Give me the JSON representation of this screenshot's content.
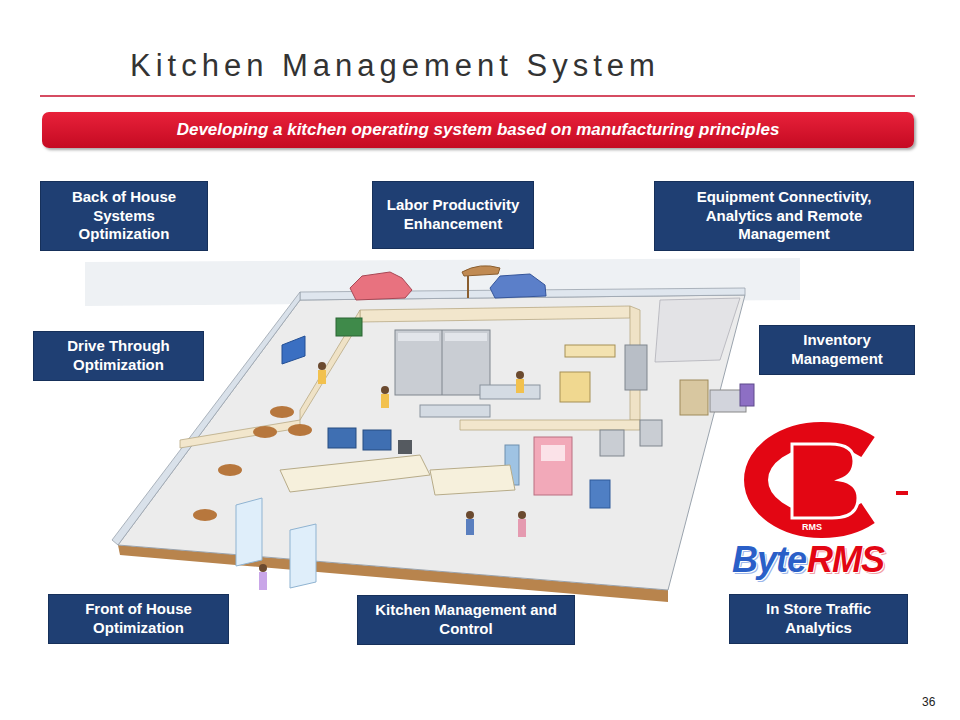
{
  "diagram": {
    "title": "Kitchen Management System",
    "nodes": [
      {
        "text": [
          "Developing a kitchen operating system based on manufacturing principles"
        ]
      },
      {
        "text": [
          "Back of House Systems Optimization"
        ]
      },
      {
        "text": [
          "Labor Productivity Enhancement"
        ]
      },
      {
        "text": [
          "Equipment Connectivity, Analytics and Remote Management"
        ]
      },
      {
        "text": [
          "Drive Through Optimization"
        ]
      },
      {
        "text": [
          "Inventory Management"
        ]
      },
      {
        "text": [
          "Front of House Optimization"
        ]
      },
      {
        "text": [
          "Kitchen Management and Control"
        ]
      },
      {
        "text": [
          "In Store Traffic Analytics"
        ]
      }
    ],
    "labels": [
      "RMS",
      "Byte",
      "RMS",
      "36"
    ]
  }
}
